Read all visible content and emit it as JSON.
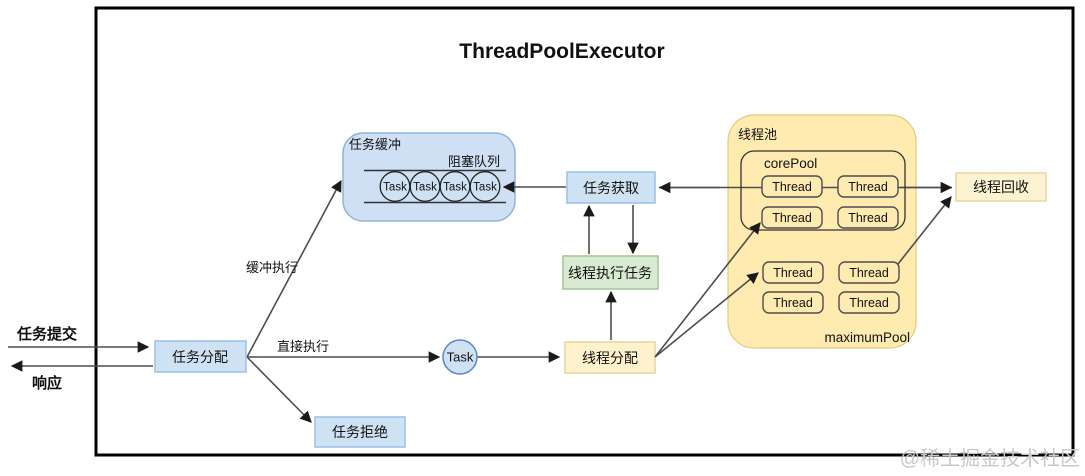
{
  "title": "ThreadPoolExecutor",
  "watermark": "@稀土掘金技术社区",
  "flow": {
    "task_submit": "任务提交",
    "response": "响应",
    "task_dispatch": "任务分配",
    "buffered_exec": "缓冲执行",
    "direct_exec": "直接执行",
    "task_reject": "任务拒绝",
    "task_fetch": "任务获取",
    "thread_exec_task": "线程执行任务",
    "thread_dispatch": "线程分配",
    "thread_recycle": "线程回收",
    "single_task": "Task"
  },
  "buffer": {
    "label": "任务缓冲",
    "queue_label": "阻塞队列",
    "queue_tasks": [
      "Task",
      "Task",
      "Task",
      "Task"
    ]
  },
  "pool": {
    "label": "线程池",
    "core_label": "corePool",
    "maximum_label": "maximumPool",
    "core_threads": [
      "Thread",
      "Thread",
      "Thread",
      "Thread"
    ],
    "maximum_threads": [
      "Thread",
      "Thread",
      "Thread",
      "Thread"
    ]
  },
  "colors": {
    "blue_fill": "#cfe2f3",
    "blue_border": "#9fc5e8",
    "buffer_fill": "#cfe0f5",
    "buffer_border": "#8fb4d9",
    "green_fill": "#d9ead3",
    "green_border": "#a8c79a",
    "yellow_fill": "#fff2cc",
    "yellow_border": "#e7d8a0",
    "pool_fill": "#ffeab0",
    "pool_border": "#e3c97e",
    "line": "#4d4d4d",
    "watermark": "#c8c8c8"
  }
}
